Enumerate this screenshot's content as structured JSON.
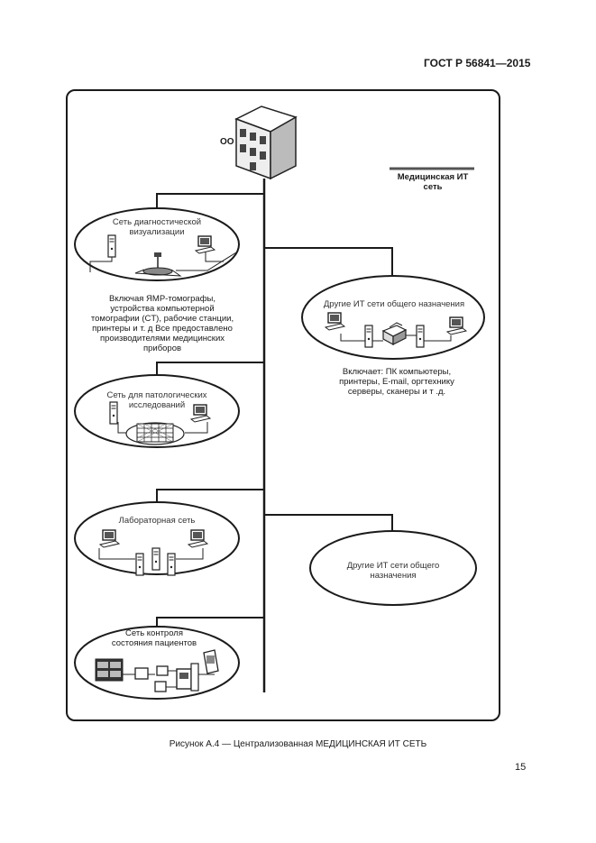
{
  "header": {
    "doc_code": "ГОСТ Р 56841—2015"
  },
  "diagram": {
    "building_label": "ОО",
    "legend": "Медицинская ИТ сеть",
    "networks": {
      "diagnostic": {
        "title": "Сеть диагностической визуализации",
        "note": "Включая ЯМР-томографы, устройства компьютерной томографии (CT), рабочие станции, принтеры и т. д Все предоставлено производителями медицинских приборов"
      },
      "pathology": {
        "title": "Сеть для патологических исследований"
      },
      "laboratory": {
        "title": "Лабораторная сеть"
      },
      "patient_monitoring": {
        "title": "Сеть контроля состояния пациентов"
      },
      "general_it_1": {
        "title": "Другие ИТ сети общего назначения",
        "note": "Включает: ПК компьютеры, принтеры, E-mail, оргтехнику серверы, сканеры и т .д."
      },
      "general_it_2": {
        "title": "Другие ИТ сети общего назначения"
      }
    }
  },
  "footer": {
    "caption": "Рисунок А.4 — Централизованная МЕДИЦИНСКАЯ ИТ СЕТЬ",
    "page_number": "15"
  }
}
